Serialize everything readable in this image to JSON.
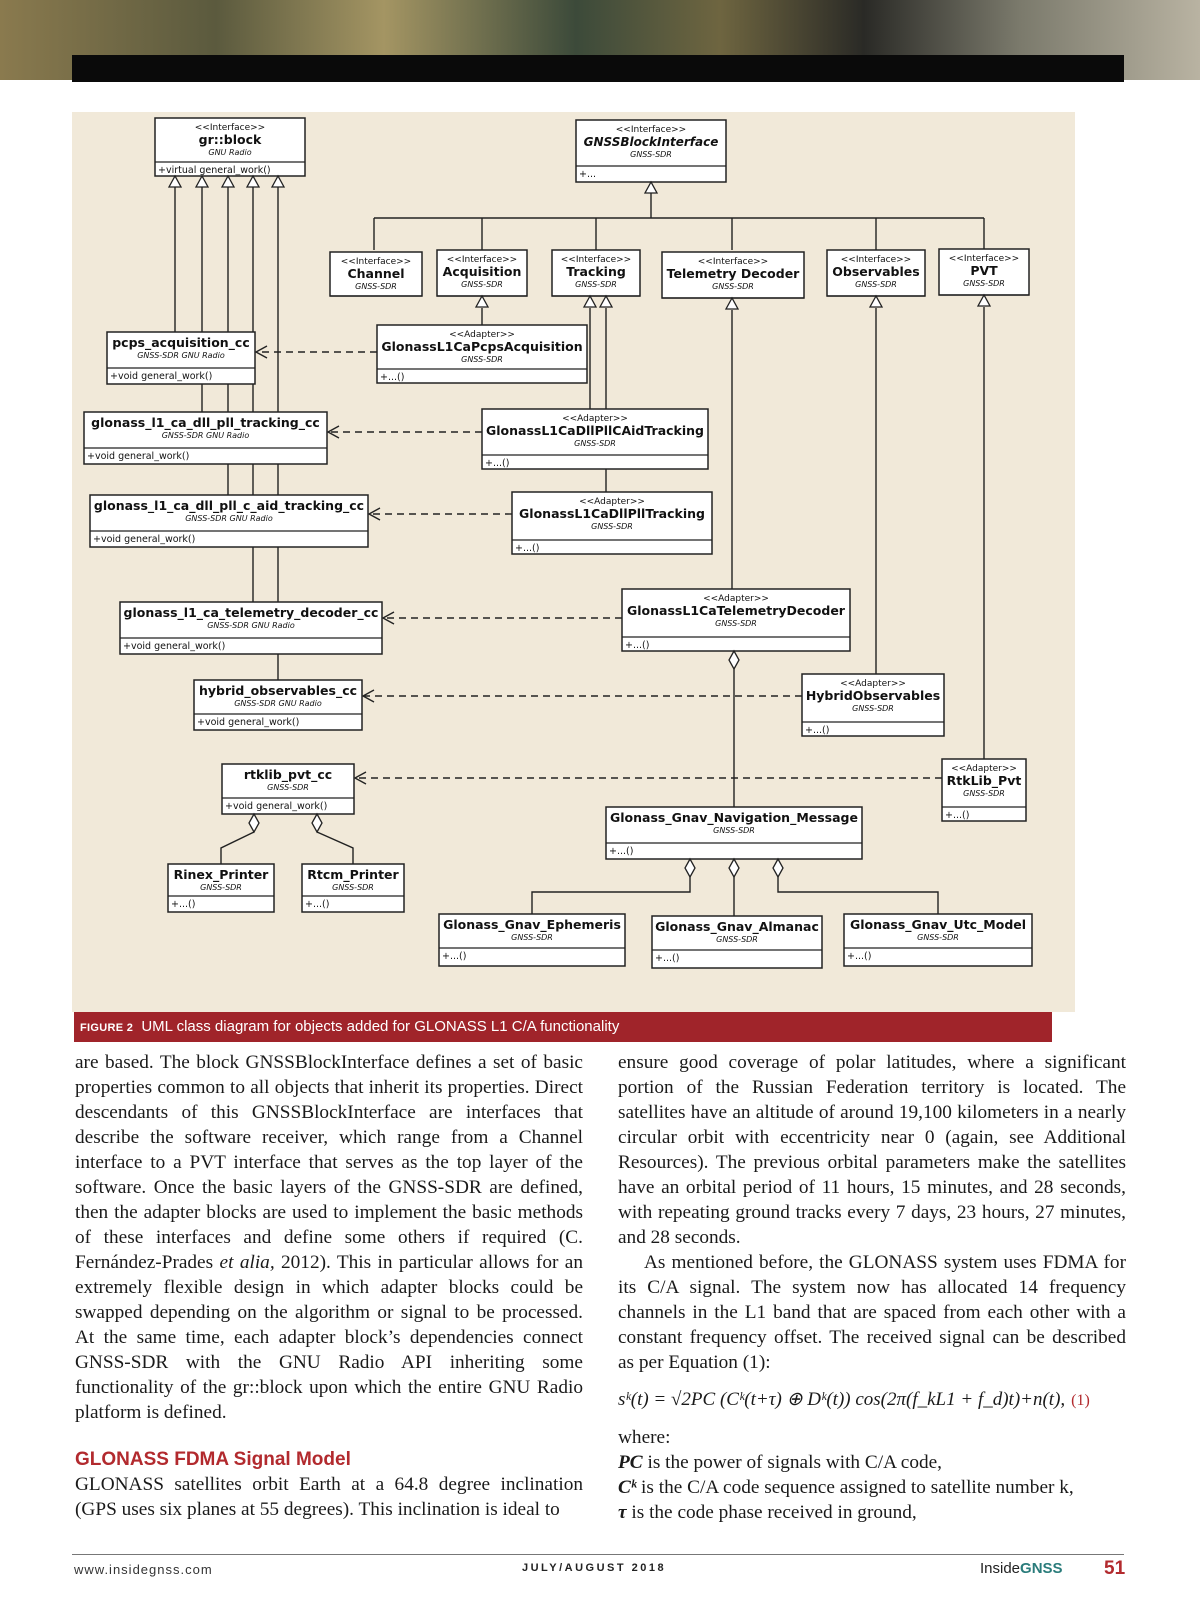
{
  "figure": {
    "label": "FIGURE 2",
    "caption": "UML class diagram for objects added for GLONASS L1 C/A functionality",
    "classes": {
      "grblock": {
        "stereotype": "<<Interface>>",
        "name": "gr::block",
        "package": "GNU Radio",
        "method": "+virtual general_work()"
      },
      "blockinterface": {
        "stereotype": "<<Interface>>",
        "name": "GNSSBlockInterface",
        "package": "GNSS-SDR",
        "method": "+..."
      },
      "channel": {
        "stereotype": "<<Interface>>",
        "name": "Channel",
        "package": "GNSS-SDR"
      },
      "acquisition": {
        "stereotype": "<<Interface>>",
        "name": "Acquisition",
        "package": "GNSS-SDR"
      },
      "tracking": {
        "stereotype": "<<Interface>>",
        "name": "Tracking",
        "package": "GNSS-SDR"
      },
      "telemetry": {
        "stereotype": "<<Interface>>",
        "name": "Telemetry Decoder",
        "package": "GNSS-SDR"
      },
      "observables": {
        "stereotype": "<<Interface>>",
        "name": "Observables",
        "package": "GNSS-SDR"
      },
      "pvt": {
        "stereotype": "<<Interface>>",
        "name": "PVT",
        "package": "GNSS-SDR"
      },
      "pcps": {
        "name": "pcps_acquisition_cc",
        "package": "GNSS-SDR  GNU Radio",
        "method": "+void general_work()"
      },
      "acqadapter": {
        "stereotype": "<<Adapter>>",
        "name": "GlonassL1CaPcpsAcquisition",
        "package": "GNSS-SDR",
        "method": "+...()"
      },
      "dlltrk": {
        "name": "glonass_l1_ca_dll_pll_tracking_cc",
        "package": "GNSS-SDR  GNU Radio",
        "method": "+void general_work()"
      },
      "caidadapter": {
        "stereotype": "<<Adapter>>",
        "name": "GlonassL1CaDllPllCAidTracking",
        "package": "GNSS-SDR",
        "method": "+...()"
      },
      "caidtrk": {
        "name": "glonass_l1_ca_dll_pll_c_aid_tracking_cc",
        "package": "GNSS-SDR  GNU Radio",
        "method": "+void general_work()"
      },
      "trkadapter": {
        "stereotype": "<<Adapter>>",
        "name": "GlonassL1CaDllPllTracking",
        "package": "GNSS-SDR",
        "method": "+...()"
      },
      "telcc": {
        "name": "glonass_l1_ca_telemetry_decoder_cc",
        "package": "GNSS-SDR  GNU Radio",
        "method": "+void general_work()"
      },
      "teladapter": {
        "stereotype": "<<Adapter>>",
        "name": "GlonassL1CaTelemetryDecoder",
        "package": "GNSS-SDR",
        "method": "+...()"
      },
      "hybcc": {
        "name": "hybrid_observables_cc",
        "package": "GNSS-SDR  GNU Radio",
        "method": "+void general_work()"
      },
      "hybadapter": {
        "stereotype": "<<Adapter>>",
        "name": "HybridObservables",
        "package": "GNSS-SDR",
        "method": "+...()"
      },
      "rtkcc": {
        "name": "rtklib_pvt_cc",
        "package": "GNSS-SDR",
        "method": "+void general_work()"
      },
      "rtkadapter": {
        "stereotype": "<<Adapter>>",
        "name": "RtkLib_Pvt",
        "package": "GNSS-SDR",
        "method": "+...()"
      },
      "navmsg": {
        "name": "Glonass_Gnav_Navigation_Message",
        "package": "GNSS-SDR",
        "method": "+...()"
      },
      "rinex": {
        "name": "Rinex_Printer",
        "package": "GNSS-SDR",
        "method": "+...()"
      },
      "rtcm": {
        "name": "Rtcm_Printer",
        "package": "GNSS-SDR",
        "method": "+...()"
      },
      "ephem": {
        "name": "Glonass_Gnav_Ephemeris",
        "package": "GNSS-SDR",
        "method": "+...()"
      },
      "almanac": {
        "name": "Glonass_Gnav_Almanac",
        "package": "GNSS-SDR",
        "method": "+...()"
      },
      "utc": {
        "name": "Glonass_Gnav_Utc_Model",
        "package": "GNSS-SDR",
        "method": "+...()"
      }
    }
  },
  "left_column": {
    "p1_a": "are based. The block GNSSBlockInterface defines a set of basic properties common to all objects that inherit its properties. Direct descendants of this GNSSBlockInterface are interfaces that describe the software receiver, which range from a Channel interface to a PVT interface that serves as the top layer of the software. Once the basic layers of the GNSS-SDR are defined, then the adapter blocks are used to implement the basic methods of these interfaces and define some others if required (C. Fernández-Prades ",
    "p1_em": "et alia,",
    "p1_b": " 2012). This in particular allows for an extremely flexible design in which adapter blocks could be swapped depending on the algorithm or signal to be processed. At the same time, each adapter block’s dependencies connect GNSS-SDR with the GNU Radio API inheriting some functionality of the gr::block upon which the entire GNU Radio platform is defined.",
    "heading": "GLONASS FDMA Signal Model",
    "p2": "GLONASS satellites orbit Earth at a 64.8 degree inclination (GPS uses six planes at 55 degrees). This inclination is ideal to"
  },
  "right_column": {
    "p1": "ensure good coverage of polar latitudes, where a significant portion of the Russian Federation territory is located. The satellites have an altitude of around 19,100 kilometers in a nearly circular orbit with eccentricity near 0 (again, see Additional Resources). The previous orbital parameters make the satellites have an orbital period of 11 hours, 15 minutes, and 28 seconds, with repeating ground tracks every 7 days, 23 hours, 27 minutes, and 28 seconds.",
    "p2": "As mentioned before, the GLONASS system uses FDMA for its C/A signal. The system now has allocated 14 frequency channels in the L1 band that are spaced from each other with a constant frequency offset. The received signal can be described as per Equation (1):",
    "equation": "sᵏ(t) = √2PC (Cᵏ(t+τ) ⊕ Dᵏ(t)) cos(2π(f_kL1 + f_d)t)+n(t),",
    "equation_number": "(1)",
    "where": "where:",
    "defs": [
      {
        "sym": "PC",
        "text": " is the power of signals with C/A code,"
      },
      {
        "sym": "Cᵏ",
        "text": " is the C/A code sequence assigned to satellite number k,"
      },
      {
        "sym": "τ",
        "text": " is the code phase received in ground,"
      }
    ]
  },
  "footer": {
    "url": "www.insidegnss.com",
    "date": "JULY/AUGUST 2018",
    "brand_a": "Inside",
    "brand_b": "GNSS",
    "page": "51"
  }
}
